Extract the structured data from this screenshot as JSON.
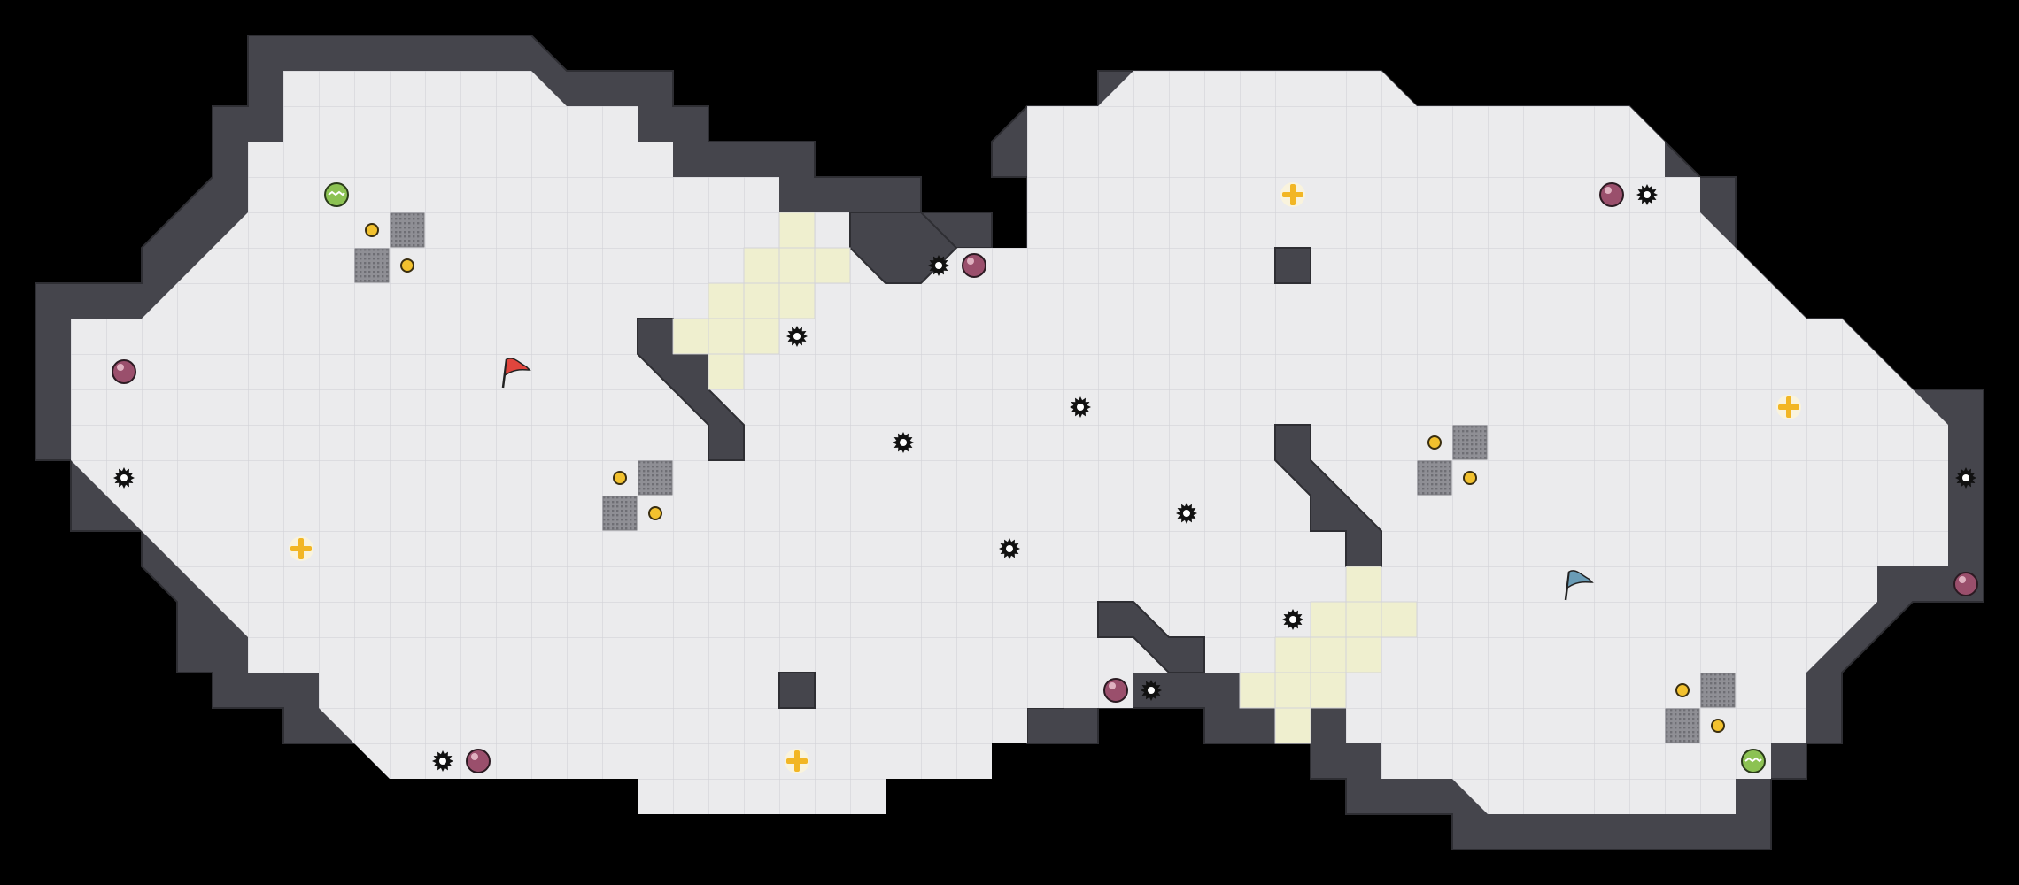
{
  "colors": {
    "background": "#000000",
    "floor": "#ebebed",
    "grid": "#d3d3d8",
    "wall": "#45454c",
    "wall_edge": "#2e2e33",
    "highlight": "#efefcf",
    "red_team": "#e0453d",
    "blue_team": "#6a9cb6",
    "gem": "#9a4f6c",
    "boost": "#f2b624",
    "powerup": "#8cc253",
    "coin": "#f2c12e"
  },
  "flags": [
    {
      "team": "red",
      "color": "#e0453d",
      "col": 13,
      "row": 9
    },
    {
      "team": "blue",
      "color": "#6a9cb6",
      "col": 43,
      "row": 15
    }
  ],
  "spikes": [
    [
      2,
      12
    ],
    [
      21,
      8
    ],
    [
      25,
      6
    ],
    [
      24,
      11
    ],
    [
      29,
      10
    ],
    [
      27,
      14
    ],
    [
      32,
      13
    ],
    [
      11,
      20
    ],
    [
      31,
      18
    ],
    [
      35,
      16
    ],
    [
      45,
      4
    ],
    [
      54,
      12
    ]
  ],
  "gems": [
    [
      2,
      9
    ],
    [
      26,
      6
    ],
    [
      12,
      20
    ],
    [
      30,
      18
    ],
    [
      44,
      4
    ],
    [
      54,
      15
    ]
  ],
  "boosts": [
    [
      7,
      14
    ],
    [
      21,
      20
    ],
    [
      35,
      4
    ],
    [
      49,
      10
    ]
  ],
  "powerups": [
    [
      8,
      4
    ],
    [
      48,
      20
    ]
  ],
  "coins": [
    [
      9,
      5
    ],
    [
      10,
      6
    ],
    [
      16,
      12
    ],
    [
      17,
      13
    ],
    [
      39,
      11
    ],
    [
      40,
      12
    ],
    [
      46,
      18
    ],
    [
      47,
      19
    ]
  ],
  "grates": [
    [
      10,
      5
    ],
    [
      9,
      6
    ],
    [
      17,
      12
    ],
    [
      16,
      13
    ],
    [
      40,
      11
    ],
    [
      39,
      12
    ],
    [
      47,
      18
    ],
    [
      46,
      19
    ]
  ],
  "highlight_tiles": [
    [
      21,
      5
    ],
    [
      20,
      6
    ],
    [
      21,
      6
    ],
    [
      22,
      6
    ],
    [
      19,
      7
    ],
    [
      20,
      7
    ],
    [
      21,
      7
    ],
    [
      18,
      8
    ],
    [
      19,
      8
    ],
    [
      20,
      8
    ],
    [
      19,
      9
    ],
    [
      37,
      15
    ],
    [
      36,
      16
    ],
    [
      37,
      16
    ],
    [
      38,
      16
    ],
    [
      35,
      17
    ],
    [
      36,
      17
    ],
    [
      37,
      17
    ],
    [
      34,
      18
    ],
    [
      35,
      18
    ],
    [
      36,
      18
    ],
    [
      35,
      19
    ]
  ],
  "wall_blocks": [
    [
      35,
      6
    ],
    [
      21,
      18
    ]
  ]
}
